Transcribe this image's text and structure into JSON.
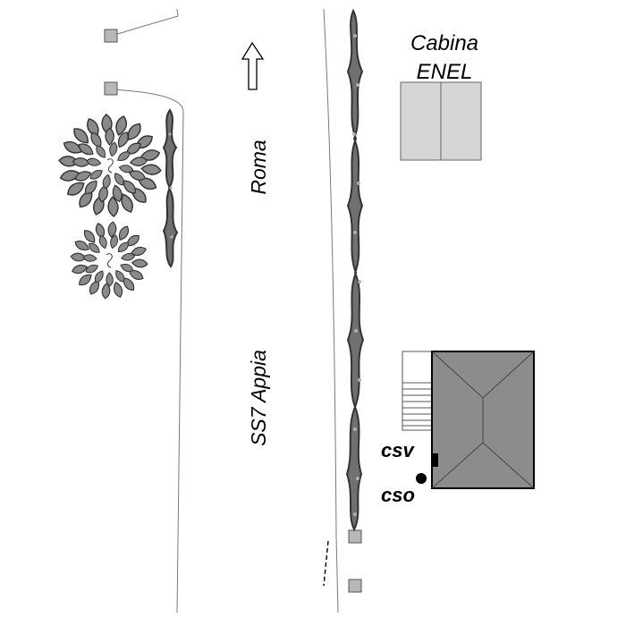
{
  "labels": {
    "cabina_line1": "Cabina",
    "cabina_line2": "ENEL",
    "road_direction": "Roma",
    "road_name": "SS7 Appia",
    "csv": "csv",
    "cso": "cso"
  },
  "colors": {
    "background": "#ffffff",
    "road_edge": "#7a7a7a",
    "hedge_fill": "#707070",
    "hedge_stroke": "#333333",
    "tree_leaf": "#8a8a8a",
    "post_fill": "#b8b8b8",
    "cabin_fill": "#d6d6d6",
    "building_fill": "#8c8c8c",
    "marker": "#000000"
  },
  "icons": {
    "direction": "arrow-up-icon",
    "tree": "tree-canopy-icon",
    "hedge": "hedge-icon",
    "post": "post-icon"
  }
}
